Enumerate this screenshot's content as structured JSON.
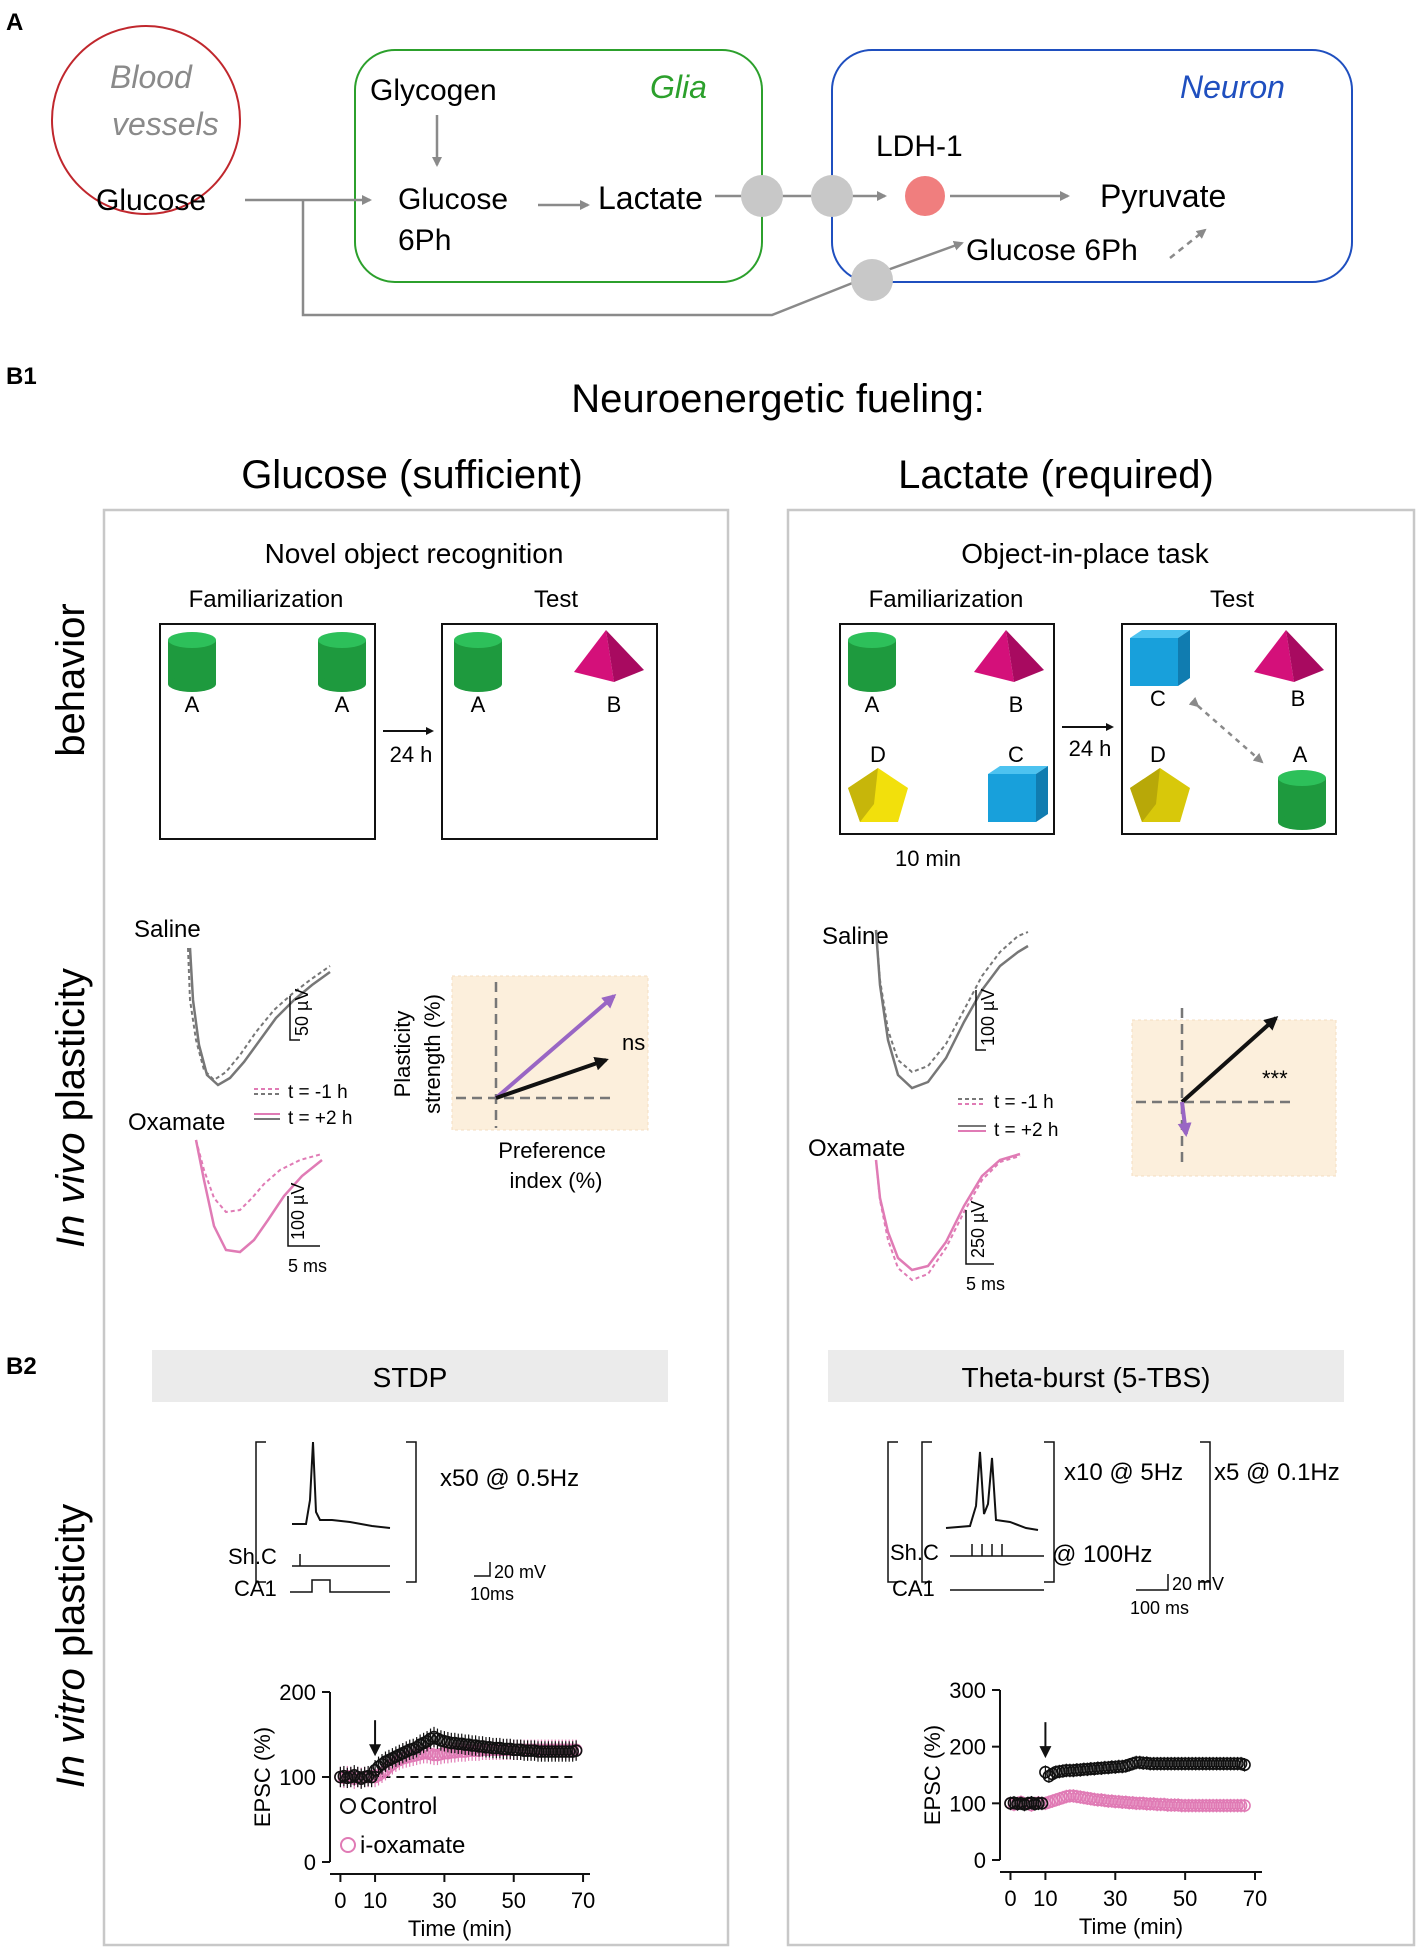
{
  "panel_a": {
    "label": "A",
    "blood": {
      "title_1": "Blood",
      "title_2": "vessels",
      "glucose": "Glucose"
    },
    "glia": {
      "title": "Glia",
      "glycogen": "Glycogen",
      "glucose6ph_1": "Glucose",
      "glucose6ph_2": "6Ph",
      "lactate": "Lactate"
    },
    "neuron": {
      "title": "Neuron",
      "ldh": "LDH-1",
      "pyruvate": "Pyruvate",
      "glucose6ph": "Glucose 6Ph"
    },
    "colors": {
      "blood": "#c0272d",
      "glia": "#2ca02c",
      "neuron": "#1f4fbf",
      "transporter": "#c8c8c8",
      "ldh": "#f07e7e",
      "arrow": "#8a8a8a"
    }
  },
  "panel_b1": {
    "label": "B1",
    "title": "Neuroenergetic fueling:",
    "glucose_title": "Glucose (sufficient)",
    "lactate_title": "Lactate (required)",
    "row_behavior": "behavior",
    "row_invivo_italic": "In vivo",
    "row_invivo_rest": " plasticity",
    "left": {
      "task": "Novel object recognition",
      "familiarization": "Familiarization",
      "test": "Test",
      "delay": "24 h",
      "obj_a1": "A",
      "obj_a2": "A",
      "obj_a3": "A",
      "obj_b": "B",
      "saline": "Saline",
      "oxamate": "Oxamate",
      "scale_saline": "50 µV",
      "scale_oxamate": "100 µV",
      "scale_time": "5 ms",
      "legend_pre": "t = -1 h",
      "legend_post": "t = +2 h",
      "ylabel_1": "Plasticity",
      "ylabel_2": "strength (%)",
      "xlabel_1": "Preference",
      "xlabel_2": "index (%)",
      "stat": "ns"
    },
    "right": {
      "task": "Object-in-place task",
      "familiarization": "Familiarization",
      "test": "Test",
      "delay": "24 h",
      "duration": "10 min",
      "fam_a": "A",
      "fam_b": "B",
      "fam_c": "C",
      "fam_d": "D",
      "test_c": "C",
      "test_b": "B",
      "test_d": "D",
      "test_a": "A",
      "saline": "Saline",
      "oxamate": "Oxamate",
      "scale_saline": "100 µV",
      "scale_oxamate": "250 µV",
      "scale_time": "5 ms",
      "legend_pre": "t = -1 h",
      "legend_post": "t = +2 h",
      "stat": "***"
    }
  },
  "panel_b2": {
    "label": "B2",
    "row_invitro_italic": "In vitro",
    "row_invitro_rest": " plasticity",
    "left": {
      "protocol": "STDP",
      "repeat": "x50 @ 0.5Hz",
      "shc": "Sh.C",
      "ca1": "CA1",
      "scale_v": "20 mV",
      "scale_t": "10ms",
      "legend_control": "Control",
      "legend_oxamate": "i-oxamate"
    },
    "right": {
      "protocol": "Theta-burst (5-TBS)",
      "repeat_inner": "x10 @ 5Hz",
      "repeat_outer": "x5 @ 0.1Hz",
      "shc": "Sh.C",
      "ca1": "CA1",
      "rate": "@ 100Hz",
      "scale_v": "20 mV",
      "scale_t": "100 ms"
    }
  },
  "chart_data": [
    {
      "type": "scatter",
      "xlabel": "Time (min)",
      "ylabel": "EPSC (%)",
      "xticks": [
        0,
        10,
        30,
        50,
        70
      ],
      "yticks": [
        0,
        100,
        200
      ],
      "xlim": [
        -3,
        72
      ],
      "ylim": [
        0,
        200
      ],
      "baseline": 100,
      "induction_time": 10,
      "series": [
        {
          "name": "Control",
          "color": "#111111",
          "x": [
            0,
            1,
            2,
            3,
            4,
            5,
            6,
            7,
            8,
            9,
            10,
            11,
            12,
            13,
            14,
            15,
            16,
            17,
            18,
            19,
            20,
            21,
            22,
            23,
            24,
            25,
            26,
            27,
            28,
            29,
            30,
            31,
            32,
            33,
            34,
            35,
            36,
            37,
            38,
            39,
            40,
            41,
            42,
            43,
            44,
            45,
            46,
            47,
            48,
            49,
            50,
            51,
            52,
            53,
            54,
            55,
            56,
            57,
            58,
            59,
            60,
            61,
            62,
            63,
            64,
            65,
            66,
            67,
            68
          ],
          "y": [
            100,
            101,
            99,
            100,
            102,
            100,
            98,
            100,
            101,
            100,
            108,
            112,
            115,
            118,
            120,
            122,
            124,
            126,
            128,
            130,
            132,
            133,
            135,
            138,
            140,
            142,
            145,
            147,
            145,
            143,
            142,
            141,
            140,
            140,
            139,
            139,
            138,
            138,
            137,
            137,
            136,
            136,
            135,
            135,
            134,
            134,
            134,
            133,
            133,
            133,
            132,
            132,
            132,
            131,
            131,
            131,
            131,
            130,
            130,
            130,
            130,
            130,
            130,
            130,
            130,
            130,
            130,
            130,
            131
          ]
        },
        {
          "name": "i-oxamate",
          "color": "#e07bb5",
          "x": [
            0,
            1,
            2,
            3,
            4,
            5,
            6,
            7,
            8,
            9,
            10,
            11,
            12,
            13,
            14,
            15,
            16,
            17,
            18,
            19,
            20,
            21,
            22,
            23,
            24,
            25,
            26,
            27,
            28,
            29,
            30,
            31,
            32,
            33,
            34,
            35,
            36,
            37,
            38,
            39,
            40,
            41,
            42,
            43,
            44,
            45,
            46,
            47,
            48,
            49,
            50,
            51,
            52,
            53,
            54,
            55,
            56,
            57,
            58,
            59,
            60,
            61,
            62,
            63,
            64,
            65,
            66,
            67,
            68
          ],
          "y": [
            100,
            99,
            101,
            100,
            98,
            100,
            99,
            100,
            100,
            101,
            100,
            102,
            105,
            108,
            112,
            115,
            118,
            120,
            122,
            123,
            124,
            125,
            126,
            127,
            128,
            128,
            127,
            126,
            126,
            127,
            128,
            128,
            129,
            129,
            130,
            130,
            130,
            131,
            131,
            131,
            131,
            132,
            132,
            132,
            132,
            132,
            132,
            132,
            132,
            132,
            132,
            132,
            132,
            132,
            132,
            132,
            132,
            132,
            132,
            132,
            132,
            132,
            132,
            132,
            132,
            132,
            132,
            132,
            132
          ]
        }
      ]
    },
    {
      "type": "scatter",
      "xlabel": "Time (min)",
      "ylabel": "EPSC (%)",
      "xticks": [
        0,
        10,
        30,
        50,
        70
      ],
      "yticks": [
        0,
        100,
        200,
        300
      ],
      "xlim": [
        -3,
        72
      ],
      "ylim": [
        0,
        300
      ],
      "induction_time": 10,
      "series": [
        {
          "name": "Control",
          "color": "#111111",
          "x": [
            0,
            1,
            2,
            3,
            4,
            5,
            6,
            7,
            8,
            9,
            10,
            11,
            12,
            13,
            14,
            15,
            16,
            17,
            18,
            19,
            20,
            21,
            22,
            23,
            24,
            25,
            26,
            27,
            28,
            29,
            30,
            31,
            32,
            33,
            34,
            35,
            36,
            37,
            38,
            39,
            40,
            41,
            42,
            43,
            44,
            45,
            46,
            47,
            48,
            49,
            50,
            51,
            52,
            53,
            54,
            55,
            56,
            57,
            58,
            59,
            60,
            61,
            62,
            63,
            64,
            65,
            66,
            67
          ],
          "y": [
            100,
            101,
            99,
            100,
            98,
            100,
            101,
            99,
            100,
            100,
            155,
            148,
            152,
            155,
            156,
            157,
            158,
            158,
            158,
            159,
            159,
            160,
            160,
            161,
            161,
            162,
            162,
            163,
            163,
            164,
            164,
            165,
            165,
            166,
            168,
            170,
            172,
            172,
            171,
            171,
            170,
            170,
            170,
            170,
            170,
            170,
            170,
            170,
            170,
            170,
            170,
            170,
            170,
            170,
            170,
            170,
            170,
            170,
            170,
            170,
            170,
            170,
            170,
            170,
            170,
            170,
            170,
            168
          ]
        },
        {
          "name": "i-oxamate",
          "color": "#e07bb5",
          "x": [
            0,
            1,
            2,
            3,
            4,
            5,
            6,
            7,
            8,
            9,
            10,
            11,
            12,
            13,
            14,
            15,
            16,
            17,
            18,
            19,
            20,
            21,
            22,
            23,
            24,
            25,
            26,
            27,
            28,
            29,
            30,
            31,
            32,
            33,
            34,
            35,
            36,
            37,
            38,
            39,
            40,
            41,
            42,
            43,
            44,
            45,
            46,
            47,
            48,
            49,
            50,
            51,
            52,
            53,
            54,
            55,
            56,
            57,
            58,
            59,
            60,
            61,
            62,
            63,
            64,
            65,
            66,
            67
          ],
          "y": [
            100,
            98,
            100,
            102,
            99,
            100,
            97,
            100,
            101,
            100,
            100,
            102,
            104,
            106,
            108,
            110,
            112,
            113,
            113,
            112,
            111,
            110,
            109,
            108,
            107,
            106,
            106,
            105,
            104,
            104,
            103,
            103,
            102,
            102,
            101,
            101,
            100,
            100,
            100,
            99,
            99,
            99,
            98,
            98,
            98,
            97,
            97,
            97,
            97,
            96,
            96,
            96,
            96,
            96,
            96,
            96,
            96,
            96,
            96,
            96,
            96,
            96,
            96,
            96,
            96,
            96,
            96,
            96
          ]
        }
      ]
    }
  ]
}
